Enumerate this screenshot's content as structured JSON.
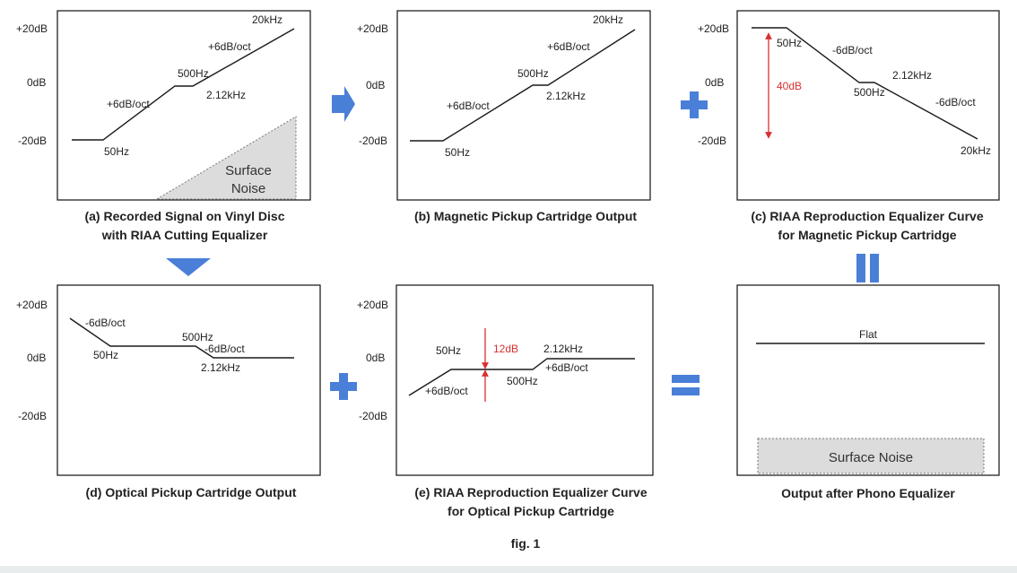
{
  "axis_labels": {
    "plus20": "+20dB",
    "zero": "0dB",
    "minus20": "-20dB"
  },
  "colors": {
    "accent": "#4a7fd8",
    "annotation_red": "#d93030",
    "noise_fill": "#dcdcdc"
  },
  "panel_a": {
    "caption_line1": "(a) Recorded Signal on Vinyl Disc",
    "caption_line2": "with RIAA Cutting Equalizer",
    "label_20k": "20kHz",
    "label_slope_hi": "+6dB/oct",
    "label_500": "500Hz",
    "label_2k": "2.12kHz",
    "label_slope_lo": "+6dB/oct",
    "label_50": "50Hz",
    "noise_line1": "Surface",
    "noise_line2": "Noise"
  },
  "panel_b": {
    "caption": "(b) Magnetic Pickup Cartridge Output",
    "label_20k": "20kHz",
    "label_slope_hi": "+6dB/oct",
    "label_500": "500Hz",
    "label_2k": "2.12kHz",
    "label_slope_lo": "+6dB/oct",
    "label_50": "50Hz"
  },
  "panel_c": {
    "caption_line1": "(c) RIAA Reproduction Equalizer Curve",
    "caption_line2": "for Magnetic Pickup Cartridge",
    "label_50": "50Hz",
    "label_slope_lo": "-6dB/oct",
    "label_2k": "2.12kHz",
    "label_500": "500Hz",
    "label_slope_hi": "-6dB/oct",
    "label_20k": "20kHz",
    "label_range": "40dB"
  },
  "panel_d": {
    "caption": "(d) Optical Pickup Cartridge Output",
    "label_slope_lo": "-6dB/oct",
    "label_500": "500Hz",
    "label_slope_hi": "-6dB/oct",
    "label_50": "50Hz",
    "label_2k": "2.12kHz"
  },
  "panel_e": {
    "caption_line1": "(e) RIAA Reproduction Equalizer Curve",
    "caption_line2": "for Optical Pickup Cartridge",
    "label_50": "50Hz",
    "label_range": "12dB",
    "label_2k": "2.12kHz",
    "label_slope_hi": "+6dB/oct",
    "label_slope_lo": "+6dB/oct",
    "label_500": "500Hz"
  },
  "panel_f": {
    "caption": "Output after Phono Equalizer",
    "label_flat": "Flat",
    "noise_label": "Surface Noise"
  },
  "figure_label": "fig. 1"
}
